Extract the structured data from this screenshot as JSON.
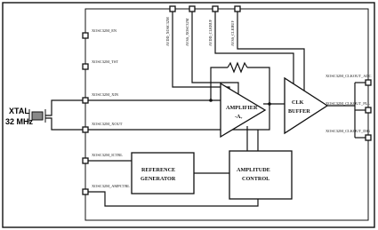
{
  "xtal": {
    "name": "XTAL",
    "freq": "32 MHz"
  },
  "pins_left": {
    "en": "XOSC32M_EN",
    "tst": "XOSC32M_TST",
    "xin": "XOSC32M_XIN",
    "xout": "XOSC32M_XOUT",
    "ictrl": "XOSC32M_ICTRL",
    "ampctrl": "XOSC32M_AMPCTRL"
  },
  "pins_top": {
    "avdd_xosc32m": "AVDD_XOSC32M",
    "avss_xosc32m": "AVSS_XOSC32M",
    "avdd_clkbuf": "AVDD_CLKBUF",
    "avss_clkbuf": "AVSS_CLKBUF"
  },
  "pins_right": {
    "adc": "XOSC32M_CLKOUT_ADC",
    "pll": "XOSC32M_CLKOUT_PLL",
    "dig": "XOSC32M_CLKOUT_DIG"
  },
  "blocks": {
    "amplifier": {
      "line1": "AMPLIFIER",
      "line2": "-Aᵥ"
    },
    "clk_buffer": {
      "line1": "CLK",
      "line2": "BUFFER"
    },
    "ref_gen": {
      "line1": "REFERENCE",
      "line2": "GENERATOR"
    },
    "amp_ctrl": {
      "line1": "AMPLITUDE",
      "line2": "CONTROL"
    }
  }
}
